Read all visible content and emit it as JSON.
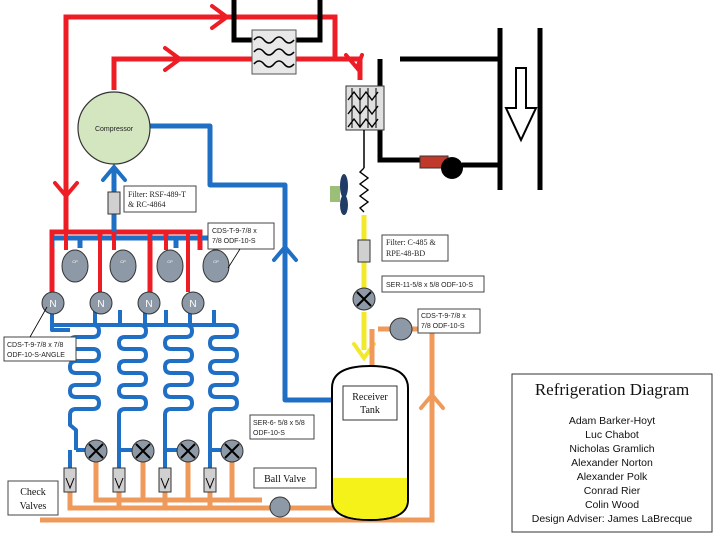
{
  "compressor": {
    "label": "Compressor"
  },
  "receiver": {
    "label_line1": "Receiver",
    "label_line2": "Tank"
  },
  "labels": {
    "filter_suction_1": "Filter: RSF-489-T",
    "filter_suction_2": "& RC-4864",
    "cds_top_1": "CDS-T-9-7/8 x",
    "cds_top_2": "7/8 ODF-10-S",
    "filter_liquid_1": "Filter: C-485 &",
    "filter_liquid_2": "RPE-48-BD",
    "ser_liquid": "SER-11-5/8 x 5/8 ODF-10-S",
    "cds_right_1": "CDS-T-9-7/8 x",
    "cds_right_2": "7/8 ODF-10-S",
    "cds_left_1": "CDS-T-9-7/8 x 7/8",
    "cds_left_2": "ODF-10-S-ANGLE",
    "ser_evap_1": "SER-6- 5/8 x 5/8",
    "ser_evap_2": "ODF-10-S",
    "ball_valve": "Ball Valve",
    "check_valves_1": "Check",
    "check_valves_2": "Valves",
    "node_n": "N"
  },
  "title_box": {
    "title": "Refrigeration Diagram",
    "members": [
      "Adam Barker-Hoyt",
      "Luc Chabot",
      "Nicholas Gramlich",
      "Alexander Norton",
      "Alexander Polk",
      "Conrad Rier",
      "Colin Wood",
      "Design Adviser: James LaBrecque"
    ]
  },
  "colors": {
    "hot_gas": "#ee1c25",
    "suction": "#1f6fc5",
    "liquid": "#f2e92a",
    "condensate": "#ef9a5a",
    "compressor_fill": "#d4e6c0",
    "valve_grey": "#8d99a6",
    "receiver_fill": "#f5f21a",
    "sensor_red": "#c0392b"
  }
}
